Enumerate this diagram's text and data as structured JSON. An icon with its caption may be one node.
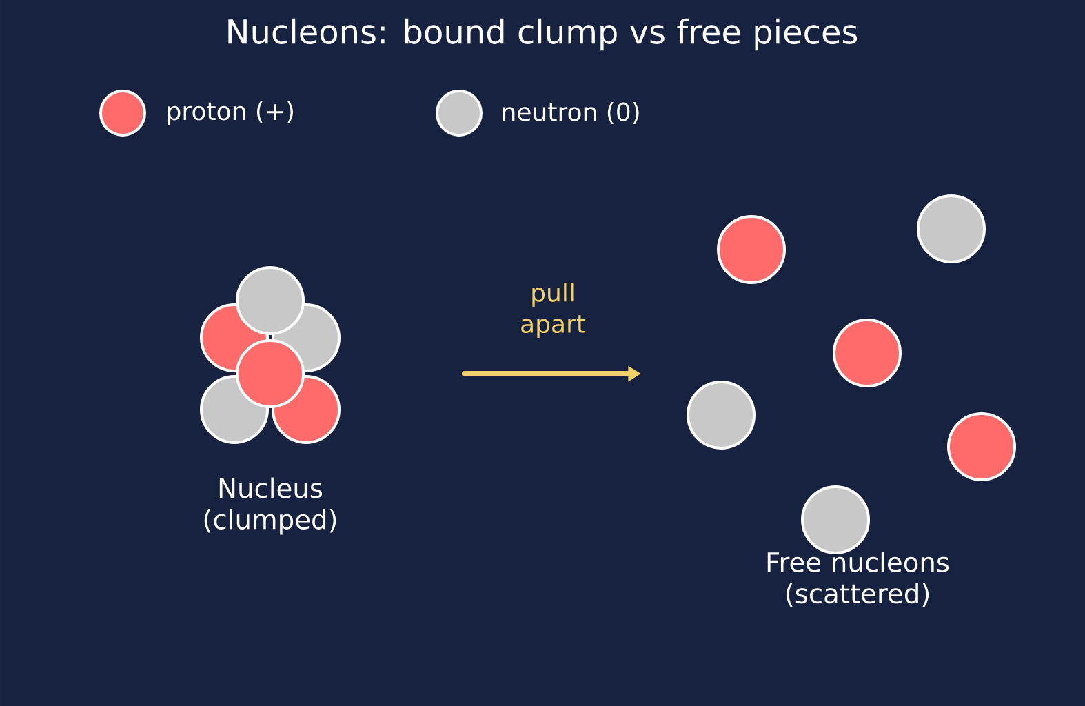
{
  "diagram": {
    "title": "Nucleons: bound clump  vs  free pieces",
    "labels": [
      "pull apart",
      "Nucleus (clumped)",
      "Free nucleons (scattered)"
    ],
    "legend": [
      {
        "text": "proton (+)",
        "color": "#ff6b6b"
      },
      {
        "text": "neutron (0)",
        "color": "#c8c8c8"
      }
    ]
  }
}
